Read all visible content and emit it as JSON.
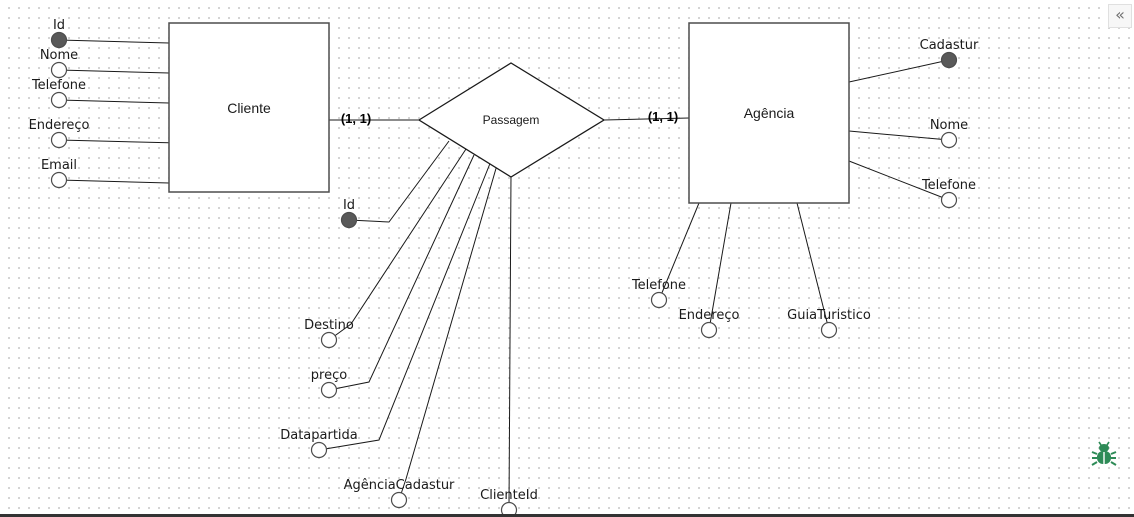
{
  "ui": {
    "collapse_glyph": "«",
    "colors": {
      "accent": "#2e8b57",
      "stroke": "#4d4d4d",
      "filled": "#595959"
    }
  },
  "entities": {
    "cliente": "Cliente",
    "agencia": "Agência"
  },
  "relationship": {
    "label": "Passagem"
  },
  "cardinalities": {
    "left": "(1, 1)",
    "right": "(1, 1)"
  },
  "cliente_attrs": {
    "id": "Id",
    "nome": "Nome",
    "telefone": "Telefone",
    "endereco": "Endereço",
    "email": "Email"
  },
  "passagem_attrs": {
    "id": "Id",
    "destino": "Destino",
    "preco": "preço",
    "datapartida": "Datapartida",
    "agencia_cadastur": "AgênciaCadastur",
    "cliente_id": "ClienteId"
  },
  "agencia_attrs": {
    "cadastur": "Cadastur",
    "nome": "Nome",
    "telefone_right": "Telefone",
    "telefone_bottom": "Telefone",
    "endereco": "Endereço",
    "guia_turistico": "GuiaTuristico"
  }
}
